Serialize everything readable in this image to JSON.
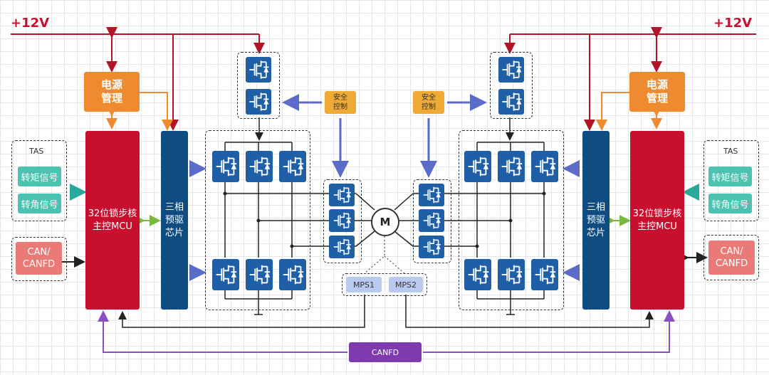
{
  "supply": {
    "left": "+12V",
    "right": "+12V"
  },
  "left": {
    "power": "电源\n管理",
    "mcu": "32位锁步核\n主控MCU",
    "driver": "三相\n预驱\n芯片",
    "tas_title": "TAS",
    "torque": "转矩信号",
    "angle": "转角信号",
    "can": "CAN/\nCANFD",
    "safety": "安全\n控制",
    "mps": "MPS1"
  },
  "right": {
    "power": "电源\n管理",
    "mcu": "32位锁步核\n主控MCU",
    "driver": "三相\n预驱\n芯片",
    "tas_title": "TAS",
    "torque": "转矩信号",
    "angle": "转角信号",
    "can": "CAN/\nCANFD",
    "safety": "安全\n控制",
    "mps": "MPS2"
  },
  "motor": "M",
  "bus": "CANFD",
  "colors": {
    "red": "#c8102e",
    "blue": "#0f4c81",
    "orange": "#ee8a2f",
    "teal": "#4bc3b0",
    "purple": "#7e3bb0",
    "mos": "#1f5fa6"
  }
}
